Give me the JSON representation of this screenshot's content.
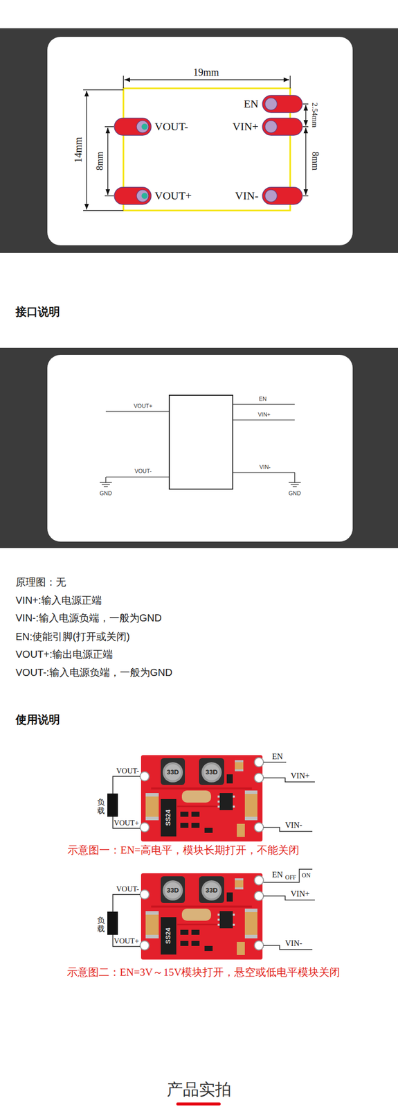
{
  "diagram": {
    "labels": [
      "19mm",
      "14mm",
      "8mm",
      "EN",
      "VIN+",
      "VIN-",
      "VOUT-",
      "VOUT+",
      "2.54mm",
      "8mm",
      "接口说明",
      "VOUT+",
      "VOUT-",
      "GND",
      "EN",
      "VIN+",
      "VIN-",
      "GND",
      "原理图：无",
      "VIN+:输入电源正端",
      "VIN-:输入电源负端，一般为GND",
      "EN:使能引脚(打开或关闭)",
      "VOUT+:输出电源正端",
      "VOUT-:输入电源负端，一般为GND",
      "使用说明",
      "33D",
      "33D",
      "SS24",
      "EN",
      "VIN+",
      "VIN-",
      "VOUT-",
      "VOUT+",
      "负载",
      "示意图一：EN=高电平，模块长期打开，不能关闭",
      "33D",
      "33D",
      "SS24",
      "EN",
      "OFF",
      "ON",
      "VIN+",
      "VIN-",
      "VOUT-",
      "VOUT+",
      "负载",
      "示意图二：EN=3V～15V模块打开，悬空或低电平模块关闭",
      "产品实拍"
    ]
  }
}
